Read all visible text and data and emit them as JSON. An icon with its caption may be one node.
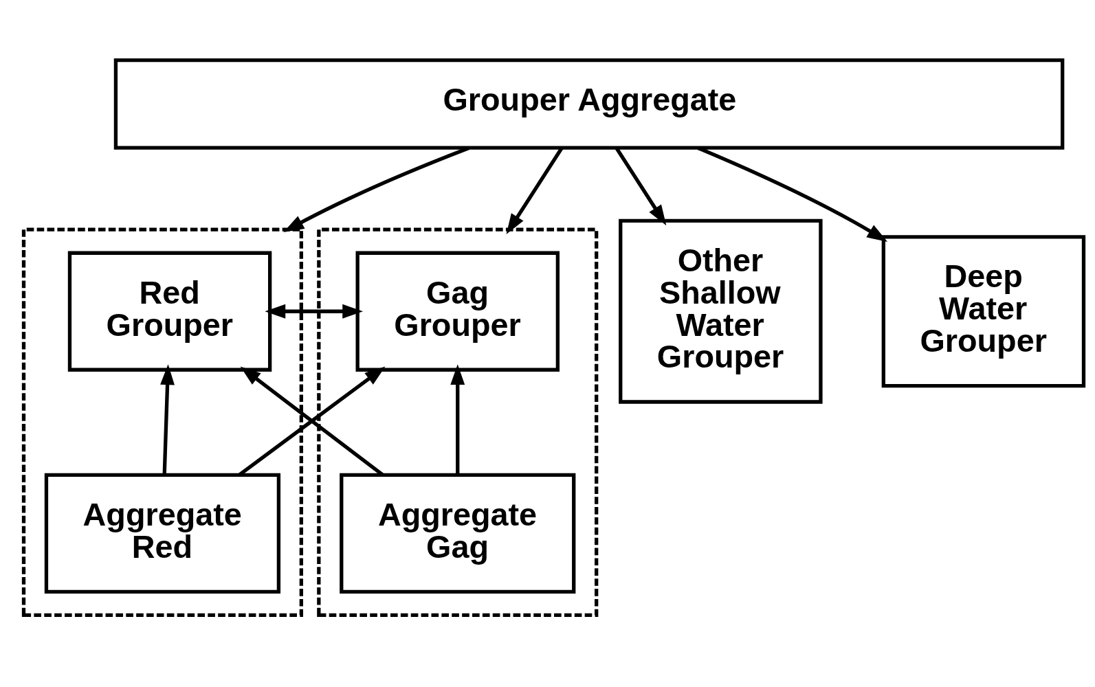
{
  "diagram": {
    "nodes": [
      {
        "text": [
          "Grouper Aggregate"
        ]
      },
      {
        "text": [],
        "shape": "box"
      },
      {
        "text": [
          "Red Grouper"
        ],
        "in": 1
      },
      {
        "text": [
          "Aggregate Red"
        ],
        "in": 1
      },
      {
        "text": [],
        "shape": "box"
      },
      {
        "text": [
          "Gag Grouper"
        ],
        "in": 4
      },
      {
        "text": [
          "Aggregate Gag"
        ],
        "in": 4
      },
      {
        "text": [
          "Other Shallow Water Grouper"
        ]
      },
      {
        "text": [
          "Deep Water Grouper"
        ]
      }
    ],
    "edges": [
      {
        "from": 0,
        "to": 1,
        "arrow": "to"
      },
      {
        "from": 0,
        "to": 4,
        "arrow": "to"
      },
      {
        "from": 0,
        "to": 7,
        "arrow": "to"
      },
      {
        "from": 0,
        "to": 8,
        "arrow": "to"
      },
      {
        "from": 3,
        "to": 2,
        "arrow": "to"
      },
      {
        "from": 6,
        "to": 5,
        "arrow": "to"
      },
      {
        "from": 6,
        "to": 2,
        "arrow": "to"
      },
      {
        "from": 3,
        "to": 5,
        "arrow": "to"
      },
      {
        "from": 2,
        "to": 5,
        "arrow": "both"
      }
    ]
  }
}
